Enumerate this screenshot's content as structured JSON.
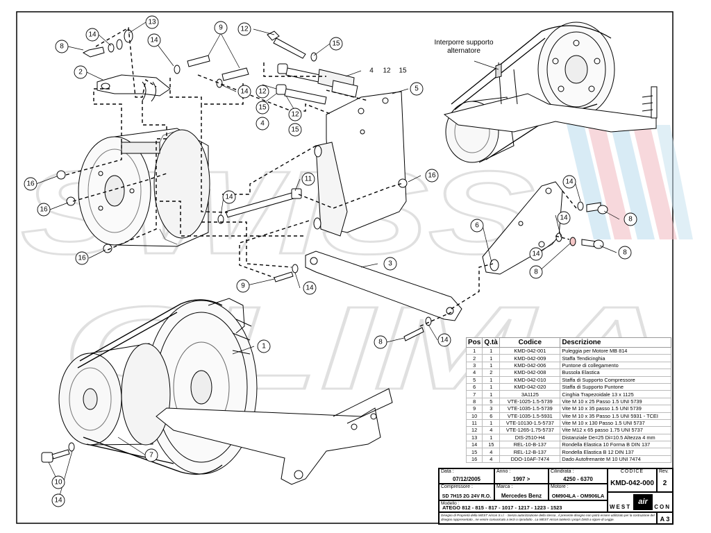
{
  "note_label": [
    "Interporre supporto",
    "alternatore"
  ],
  "watermark": [
    "SWISS",
    "CLIMA"
  ],
  "callouts": {
    "c1": "1",
    "c2": "2",
    "c3": "3",
    "c4": "4",
    "c5": "5",
    "c6": "6",
    "c7": "7",
    "c8": "8",
    "c9": "9",
    "c10": "10",
    "c11": "11",
    "c12": "12",
    "c13": "13",
    "c14": "14",
    "c15": "15",
    "c16": "16"
  },
  "parts_table": {
    "headers": [
      "Pos",
      "Q.tà",
      "Codice",
      "Descrizione"
    ],
    "rows": [
      [
        "1",
        "1",
        "KMD-042-001",
        "Puleggia per Motore MB 814"
      ],
      [
        "2",
        "1",
        "KMD-042-009",
        "Staffa Tendicinghia"
      ],
      [
        "3",
        "1",
        "KMD-042-006",
        "Puntone di collegamento"
      ],
      [
        "4",
        "2",
        "KMD-042-008",
        "Bussola Elastica"
      ],
      [
        "5",
        "1",
        "KMD-042-010",
        "Staffa di Supporto Compressore"
      ],
      [
        "6",
        "1",
        "KMD-042-020",
        "Staffa di Supporto Puntone"
      ],
      [
        "7",
        "1",
        "3A1125",
        "Cinghia Trapezoidale 13 x 1125"
      ],
      [
        "8",
        "5",
        "VTE-1025-1.5-5739",
        "Vite M 10 x 25 Passo 1.5 UNI 5739"
      ],
      [
        "9",
        "3",
        "VTE-1035-1.5-5739",
        "Vite M 10 x 35 passo 1.5 UNI 5739"
      ],
      [
        "10",
        "6",
        "VTE-1035-1.5-5931",
        "Vite M 10 x 35 Passo 1.5 UNI 5931 - TCEI"
      ],
      [
        "11",
        "1",
        "VTE-10130-1.5-5737",
        "Vite M 10 x 130 Passo 1.5 UNI 5737"
      ],
      [
        "12",
        "4",
        "VTE-1265-1.75-5737",
        "Vite M12 x 65 passo 1.75 UNI 5737"
      ],
      [
        "13",
        "1",
        "DIS-2510-H4",
        "Distanziale De=25 Di=10.5 Altezza 4 mm"
      ],
      [
        "14",
        "15",
        "REL-10-B-137",
        "Rondella Elastica 10 Forma B DIN 137"
      ],
      [
        "15",
        "4",
        "REL-12-B-137",
        "Rondella Elastica B 12 DIN 137"
      ],
      [
        "16",
        "4",
        "DDO-10AF-7474",
        "Dado Autofrenante M 10 UNI 7474"
      ]
    ]
  },
  "title_block": {
    "data_label": "Data :",
    "data_value": "07/12/2005",
    "anno_label": "Anno :",
    "anno_value": "1997 >",
    "cilindrata_label": "Cilindrata :",
    "cilindrata_value": "4250 - 6370",
    "codice_label": "CODICE",
    "codice_value": "KMD-042-000",
    "rev_label": "Rev.",
    "rev_value": "2",
    "compressore_label": "Compressore :",
    "compressore_value": "SD 7H15 2G 24V R.O.",
    "marca_label": "Marca :",
    "marca_value": "Mercedes Benz",
    "motore_label": "Motore :",
    "motore_value": "OM904LA - OM906LA",
    "modello_label": "Modello :",
    "modello_value": "ATEGO 812 - 815 - 817 - 1017 - 1217 - 1223 - 1523",
    "disclaimer": "Disegno di Proprietà della WEST Aircon S.r.l. - Senza autorizzazione della stessa , il presente disegno non potrà essere utilizzato per la costruzione del disegno rappresentato , ne venire comunicato a terzi o riprodotto . La WEST Aircon tutelerà i propri Diritti a rigore di Legge.",
    "logo_text": [
      "WEST",
      "air",
      "CON"
    ],
    "size_value": "A 3"
  }
}
